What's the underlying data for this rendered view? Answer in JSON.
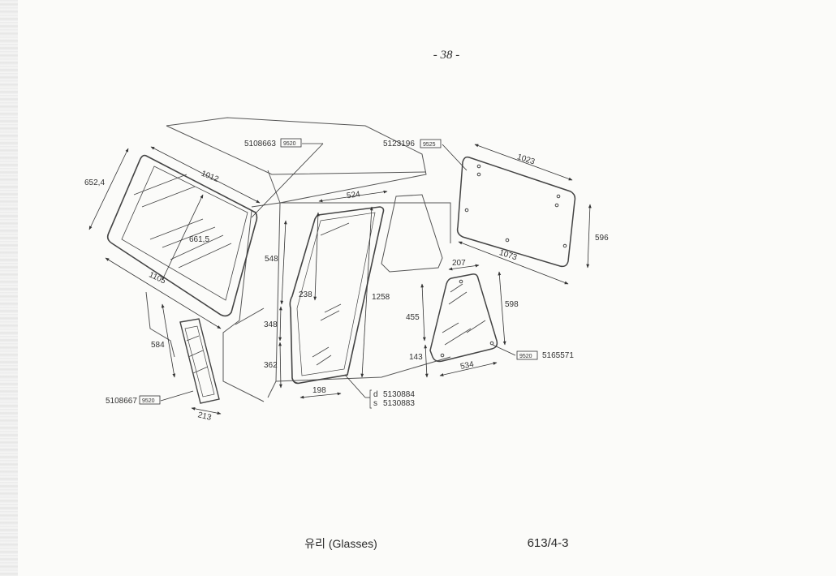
{
  "page_number": "- 38 -",
  "caption": "유리 (Glasses)",
  "doc_code": "613/4-3",
  "parts": {
    "roof_glass": {
      "part_no": "5108663",
      "code": "9520"
    },
    "rear_glass": {
      "part_no": "5123196",
      "code": "9525"
    },
    "side_glass": {
      "part_no": "5165571",
      "code": "9520"
    },
    "small_glass": {
      "part_no": "5108667",
      "code": "9520"
    },
    "door_glass": {
      "prefix_d": "d",
      "part_no_d": "5130884",
      "prefix_s": "s",
      "part_no_s": "5130883"
    }
  },
  "dimensions": {
    "windshield_height": "652,4",
    "windshield_top": "1012",
    "windshield_diag": "661,5",
    "windshield_bottom": "1105",
    "door_top": "524",
    "door_upper": "548",
    "door_inner": "238",
    "door_height": "1258",
    "door_mid": "348",
    "door_lower": "362",
    "door_bottom": "198",
    "rear_top": "1023",
    "rear_height": "596",
    "rear_bottom": "1073",
    "side_top": "207",
    "side_left": "455",
    "side_right": "598",
    "side_small": "143",
    "side_bottom": "534",
    "small_height": "584",
    "small_bottom": "213"
  }
}
